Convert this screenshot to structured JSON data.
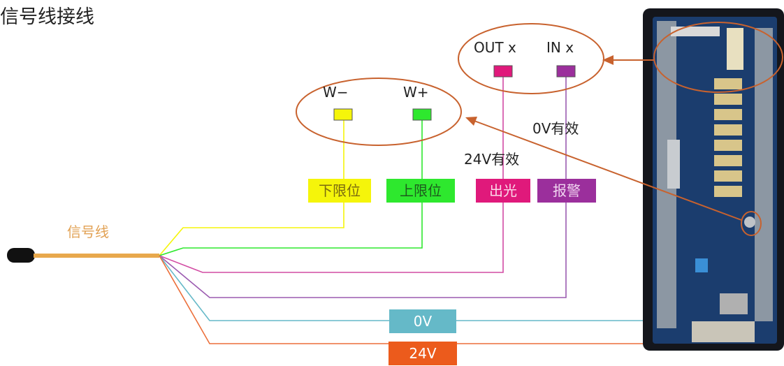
{
  "title": "信号线接线",
  "cable_label": "信号线",
  "board_terminals": {
    "out": "OUT x",
    "in": "IN x"
  },
  "limit_terminals": {
    "minus": "W−",
    "plus": "W+"
  },
  "notes": {
    "zero_v_active": "0V有效",
    "twentyfour_v_active": "24V有效"
  },
  "wire_tags": {
    "lower_limit": "下限位",
    "upper_limit": "上限位",
    "laser_out": "出光",
    "alarm": "报警",
    "zero_v": "0V",
    "twentyfour_v": "24V"
  },
  "colors": {
    "cable": "#e8a84c",
    "yellow": "#f5f50a",
    "green": "#2ee82e",
    "magenta": "#e0197b",
    "purple": "#9b2f9c",
    "cyan": "#65b9c8",
    "orange": "#ec5b1c",
    "ellipse": "#c8622e",
    "board": "#163866"
  }
}
